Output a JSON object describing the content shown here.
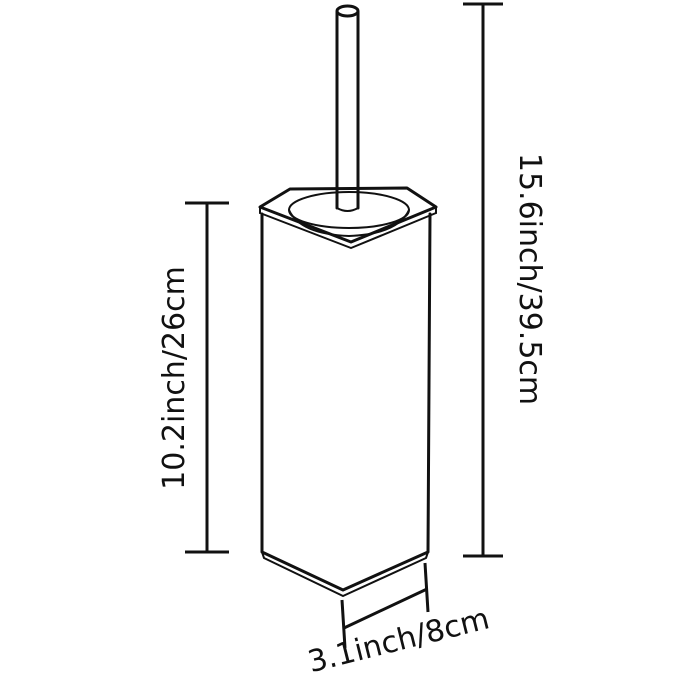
{
  "product": {
    "name_icon": "toilet-brush-holder-outline"
  },
  "dimensions": {
    "total_height": "15.6inch/39.5cm",
    "holder_height": "10.2inch/26cm",
    "width": "3.1inch/8cm"
  },
  "colors": {
    "line": "#111111",
    "background": "#ffffff"
  }
}
